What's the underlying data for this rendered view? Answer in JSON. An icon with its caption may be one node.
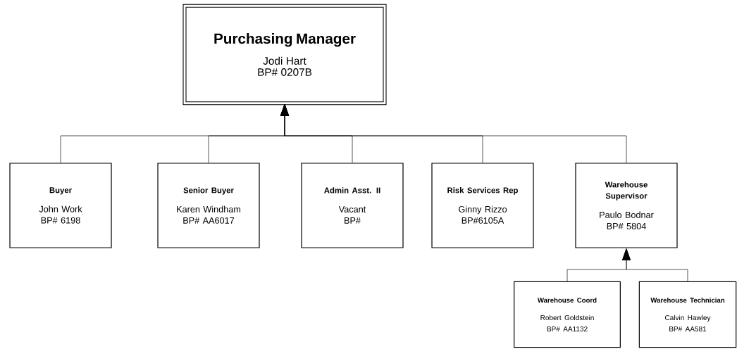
{
  "diagram": {
    "nodes": [
      {
        "text": [
          "Purchasing Manager",
          "Jodi Hart",
          "BP# 0207B"
        ]
      },
      {
        "text": [
          "Buyer",
          "John Work",
          "BP# 6198"
        ]
      },
      {
        "text": [
          "Senior Buyer",
          "Karen Windham",
          "BP# AA6017"
        ]
      },
      {
        "text": [
          "Admin Asst. II",
          "Vacant",
          "BP#"
        ]
      },
      {
        "text": [
          "Risk Services Rep",
          "Ginny Rizzo",
          "BP#6105A"
        ]
      },
      {
        "text": [
          "Warehouse Supervisor",
          "Paulo Bodnar",
          "BP# 5804"
        ]
      },
      {
        "text": [
          "Warehouse Coord",
          "Robert Goldstein",
          "BP# AA1132"
        ]
      },
      {
        "text": [
          "Warehouse Technician",
          "Calvin Hawley",
          "BP# AA581"
        ]
      }
    ],
    "edges": [
      {
        "from": 1,
        "to": 0,
        "arrow": "to"
      },
      {
        "from": 2,
        "to": 0,
        "arrow": "to"
      },
      {
        "from": 3,
        "to": 0,
        "arrow": "to"
      },
      {
        "from": 4,
        "to": 0,
        "arrow": "to"
      },
      {
        "from": 5,
        "to": 0,
        "arrow": "to"
      },
      {
        "from": 6,
        "to": 5,
        "arrow": "to"
      },
      {
        "from": 7,
        "to": 5,
        "arrow": "to"
      }
    ]
  }
}
